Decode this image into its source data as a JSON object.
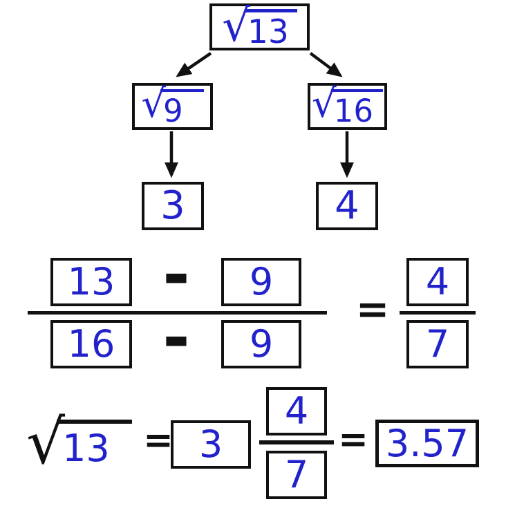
{
  "colors": {
    "accent_blue": "#2222cc",
    "ink_black": "#111111",
    "background": "#ffffff"
  },
  "symbols": {
    "radical": "√"
  },
  "tree": {
    "root": {
      "radicand": "13"
    },
    "left": {
      "radicand": "9"
    },
    "right": {
      "radicand": "16"
    },
    "left_value": "3",
    "right_value": "4"
  },
  "proportion": {
    "num_left": "13",
    "num_op": "-",
    "num_right": "9",
    "den_left": "16",
    "den_op": "-",
    "den_right": "9",
    "equals": "=",
    "result_num": "4",
    "result_den": "7"
  },
  "final": {
    "radicand": "13",
    "equals_1": "=",
    "whole_part": "3",
    "frac_num": "4",
    "frac_den": "7",
    "equals_2": "=",
    "decimal_value": "3.57"
  }
}
